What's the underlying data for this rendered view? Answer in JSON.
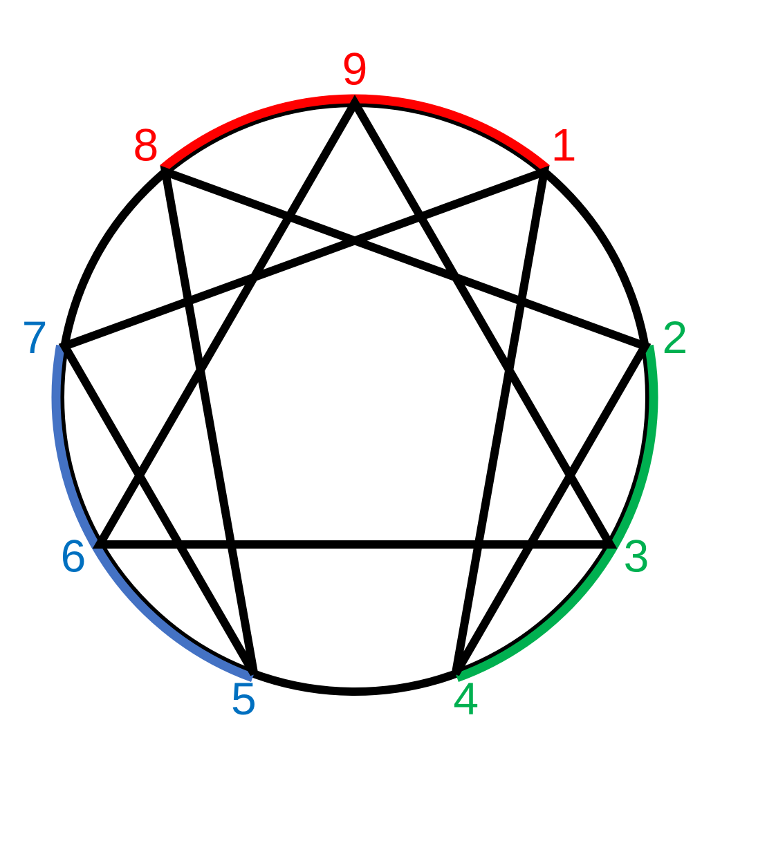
{
  "colors": {
    "line": "#000000",
    "red": "#ff0000",
    "green": "#00b050",
    "blue": "#4472c4",
    "label_blue": "#0070c0"
  },
  "points": [
    {
      "id": "9",
      "label": "9",
      "group": "red"
    },
    {
      "id": "1",
      "label": "1",
      "group": "red"
    },
    {
      "id": "2",
      "label": "2",
      "group": "green"
    },
    {
      "id": "3",
      "label": "3",
      "group": "green"
    },
    {
      "id": "4",
      "label": "4",
      "group": "green"
    },
    {
      "id": "5",
      "label": "5",
      "group": "blue"
    },
    {
      "id": "6",
      "label": "6",
      "group": "blue"
    },
    {
      "id": "7",
      "label": "7",
      "group": "blue"
    },
    {
      "id": "8",
      "label": "8",
      "group": "red"
    }
  ],
  "triangle": [
    "9",
    "3",
    "6"
  ],
  "hexad": [
    "1",
    "4",
    "2",
    "8",
    "5",
    "7"
  ],
  "arcs": [
    {
      "group": "red",
      "from": "8",
      "to": "1",
      "through": "9"
    },
    {
      "group": "green",
      "from": "2",
      "to": "4",
      "through": "3"
    },
    {
      "group": "blue",
      "from": "5",
      "to": "7",
      "through": "6"
    }
  ]
}
